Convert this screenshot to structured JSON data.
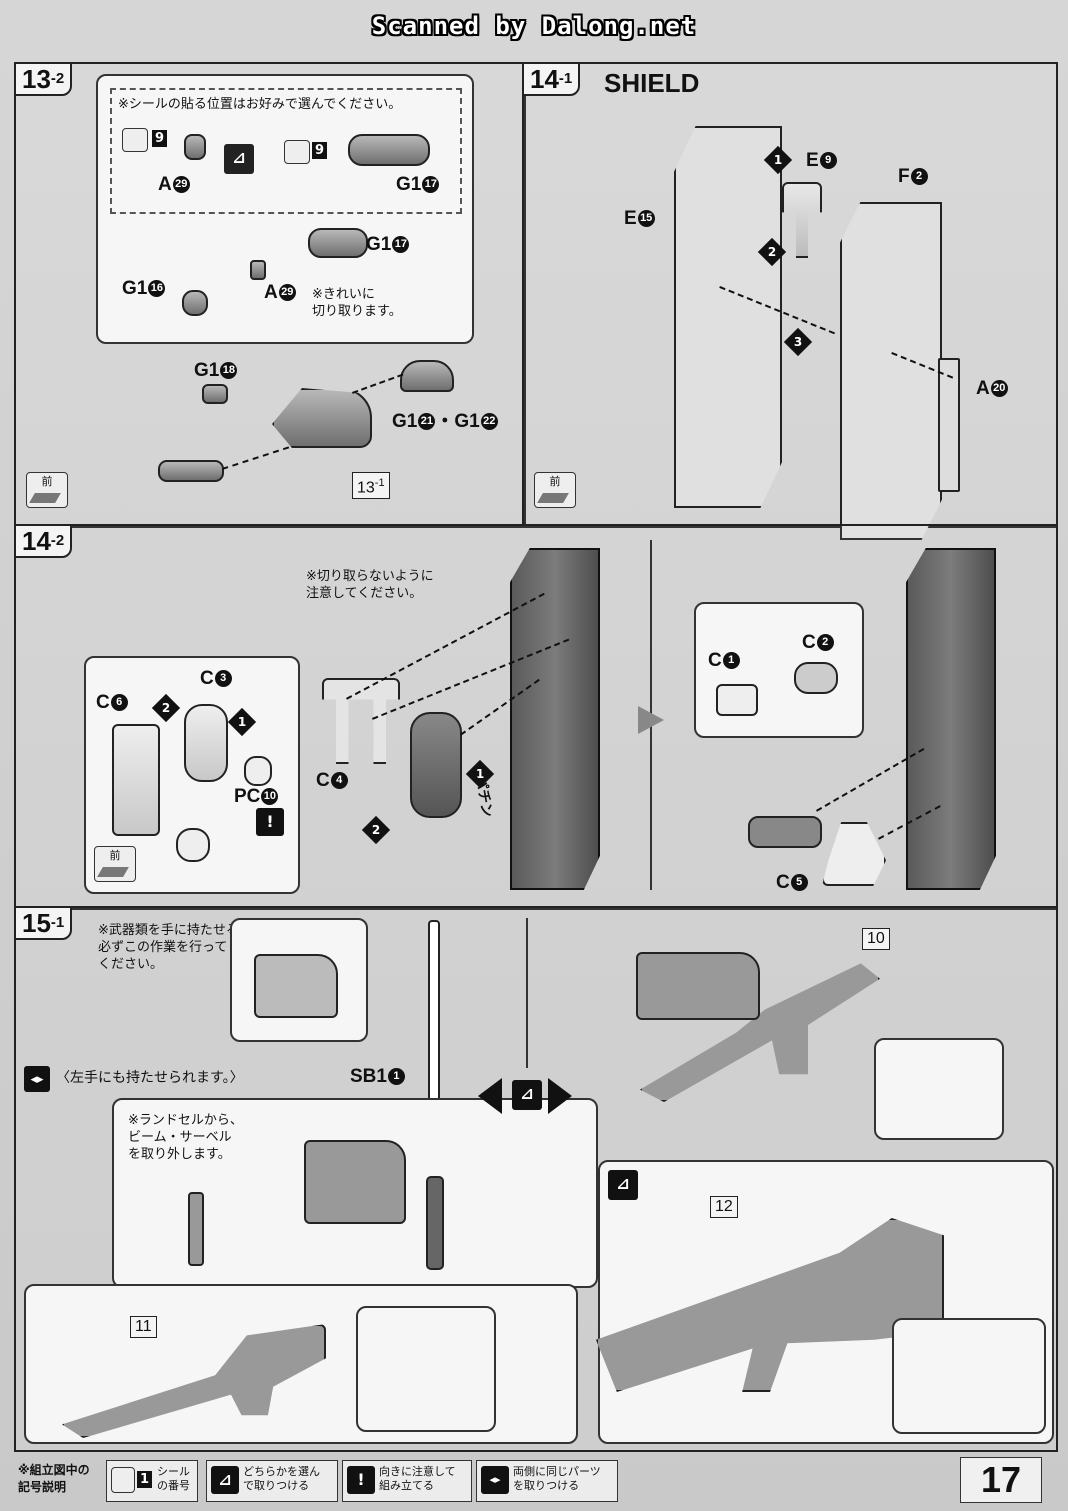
{
  "header": {
    "scan_credit": "Scanned by Dalong.net"
  },
  "step13_2": {
    "number": "13",
    "sub": "-2",
    "seal_note": "※シールの貼る位置はお好みで選んでください。",
    "seal_num": "9",
    "label_a29": "A",
    "num_a29": "29",
    "label_g117": "G1",
    "num_g117": "17",
    "label_g116": "G1",
    "num_g116": "16",
    "cut_note": "※きれいに\n切り取ります。",
    "label_g118": "G1",
    "num_g118": "18",
    "label_g121": "G1",
    "num_g121": "21",
    "label_g122": "G1",
    "num_g122": "22",
    "ref": "13",
    "ref_sub": "-1",
    "front": "前"
  },
  "step14_1": {
    "number": "14",
    "sub": "-1",
    "title": "SHIELD",
    "label_e9": "E",
    "num_e9": "9",
    "label_f2": "F",
    "num_f2": "2",
    "label_e15": "E",
    "num_e15": "15",
    "label_a20": "A",
    "num_a20": "20",
    "front": "前"
  },
  "step14_2": {
    "number": "14",
    "sub": "-2",
    "cut_warning": "※切り取らないように\n注意してください。",
    "label_c6": "C",
    "num_c6": "6",
    "label_c3": "C",
    "num_c3": "3",
    "label_c4": "C",
    "num_c4": "4",
    "label_pc10": "PC",
    "num_pc10": "10",
    "label_c1": "C",
    "num_c1": "1",
    "label_c2": "C",
    "num_c2": "2",
    "label_c5": "C",
    "num_c5": "5",
    "click": "パチン",
    "front": "前"
  },
  "step15_1": {
    "number": "15",
    "sub": "-1",
    "hand_note": "※武器類を手に持たせるときは、\n必ずこの作業を行って\nください。",
    "left_hand": "〈左手にも持たせられます。〉",
    "label_sb1": "SB1",
    "num_sb1": "1",
    "saber_note": "※ランドセルから、\nビーム・サーベル\nを取り外します。",
    "ref10": "10",
    "ref11": "11",
    "ref12": "12"
  },
  "legend": {
    "title": "※組立図中の\n記号説明",
    "seal_num": "1",
    "seal": "シール\nの番号",
    "choose": "どちらかを選ん\nで取りつける",
    "direction": "向きに注意して\n組み立てる",
    "both": "両側に同じパーツ\nを取りつける",
    "page": "17"
  },
  "colors": {
    "paper": "#cfcfcf",
    "ink": "#111111",
    "panel": "#f6f6f6"
  }
}
